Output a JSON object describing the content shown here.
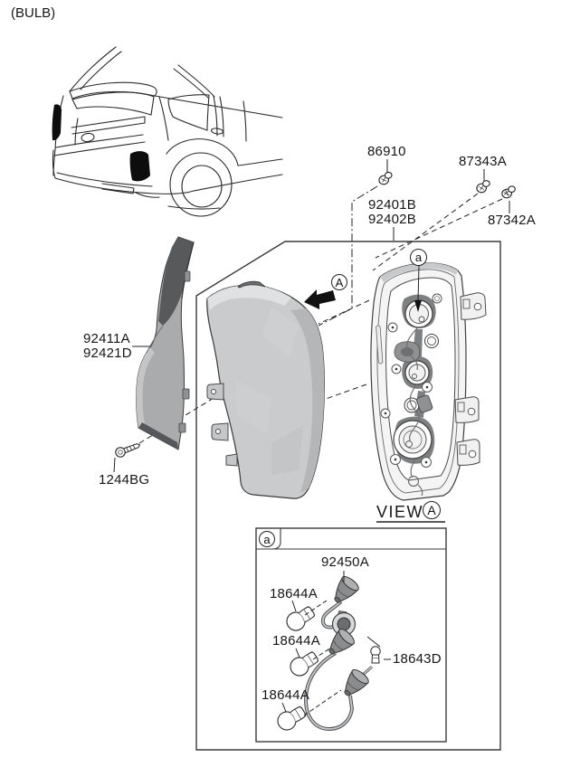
{
  "header": {
    "title": "(BULB)"
  },
  "callouts": {
    "86910": "86910",
    "87343A": "87343A",
    "87342A": "87342A",
    "92401B": "92401B",
    "92402B": "92402B",
    "92411A": "92411A",
    "92421D": "92421D",
    "1244BG": "1244BG",
    "92450A": "92450A",
    "18644A_1": "18644A",
    "18644A_2": "18644A",
    "18644A_3": "18644A",
    "18643D": "18643D"
  },
  "markers": {
    "housing_detail": "a",
    "box_detail": "a",
    "view_direction": "A",
    "view_ref": "A"
  },
  "view": {
    "label": "VIEW"
  },
  "figures": [
    "vehicle-rear-quarter-view",
    "rear-combination-lamp-lens",
    "rear-lamp-housing",
    "tail-lamp-side-trim",
    "bulb-holder-and-wiring-harness",
    "tail-lamp-bulbs"
  ],
  "colors": {
    "line": "#2b2b2b",
    "background": "#ffffff",
    "part_gray": "#c9cbcd",
    "part_gray_light": "#e0e1e2",
    "part_gray_dark": "#8f9193",
    "trim_dark": "#58595b",
    "lamp_black": "#0d0d0d"
  }
}
